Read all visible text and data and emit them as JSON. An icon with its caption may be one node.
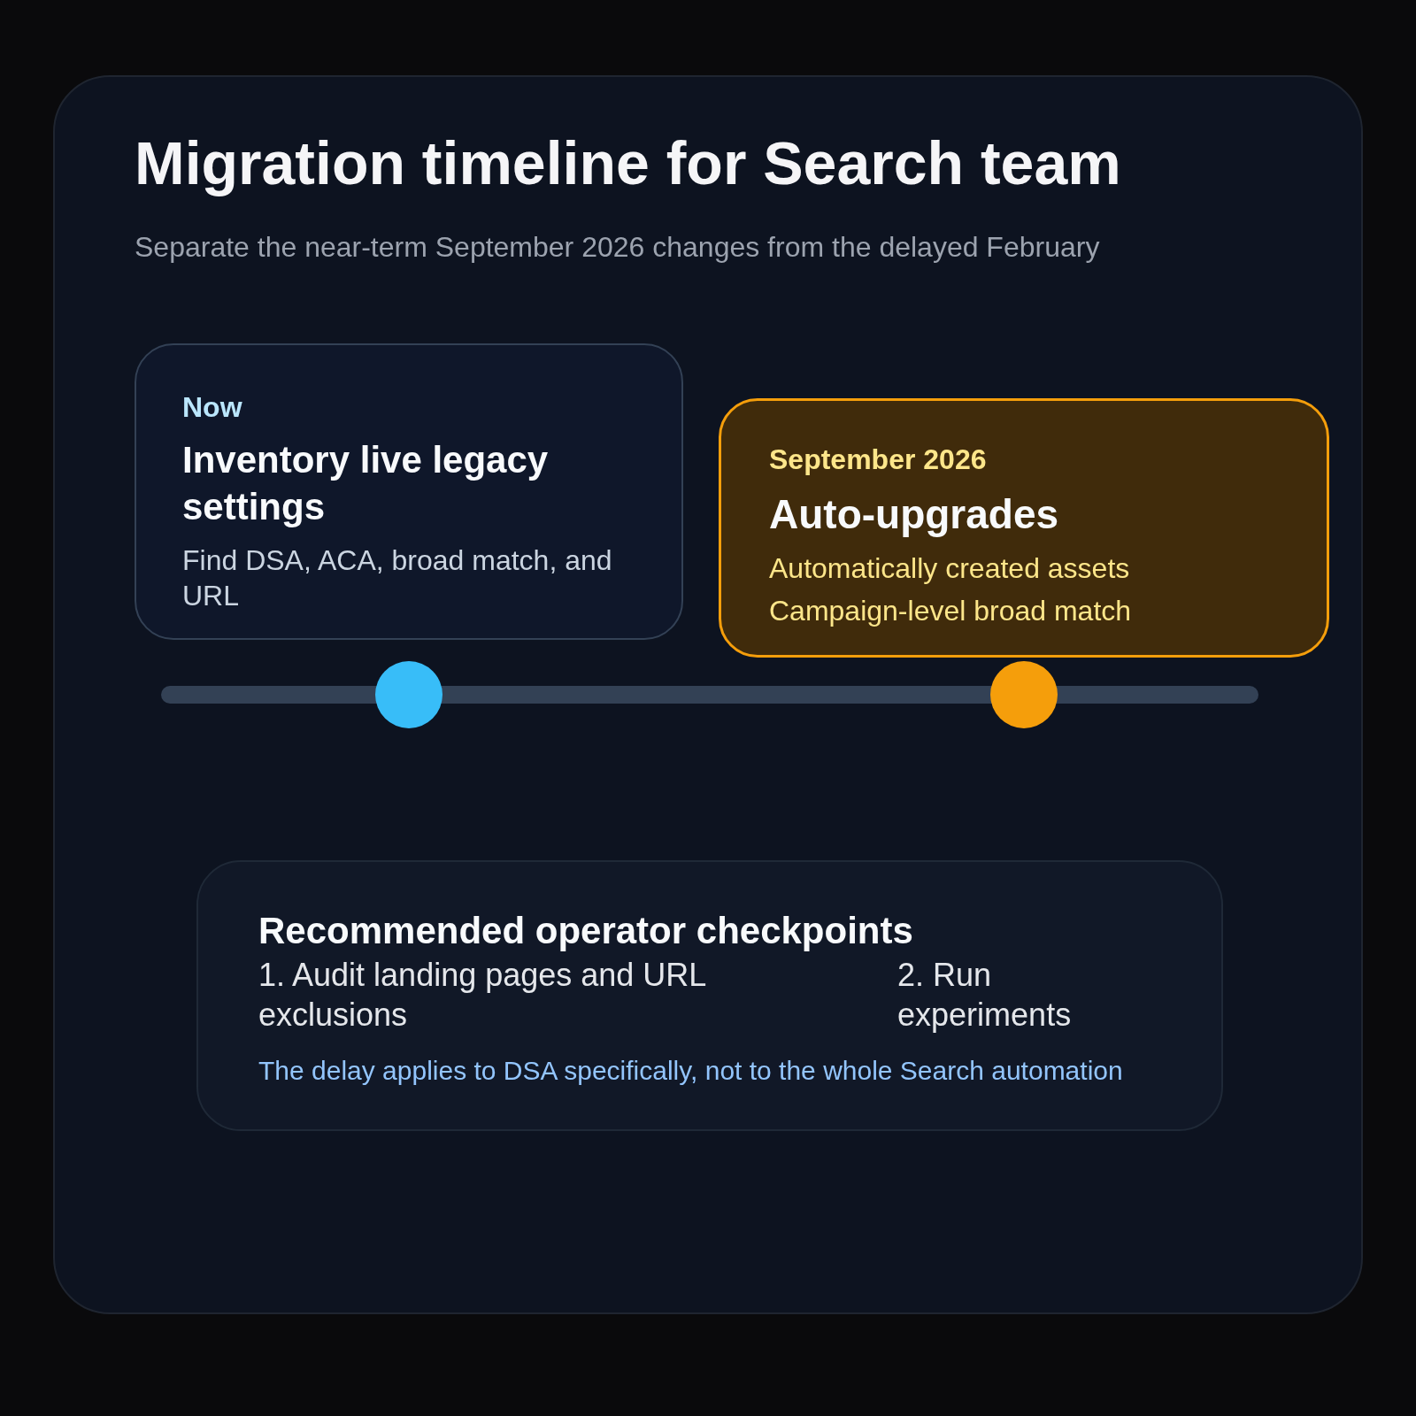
{
  "diagram": {
    "title": "Migration timeline for Search team",
    "nodes": [
      {
        "text": [
          "Now",
          "Inventory live legacy settings",
          "Find DSA, ACA, broad match, and URL"
        ]
      },
      {
        "text": [
          "September 2026",
          "Auto-upgrades",
          "Automatically created assets",
          "Campaign-level broad match"
        ]
      },
      {
        "text": [
          "Recommended operator checkpoints",
          "1. Audit landing pages and URL exclusions",
          "2. Run experiments",
          "The delay applies to DSA specifically, not to the whole Search automation"
        ]
      }
    ],
    "labels": [
      "Separate the near-term September 2026 changes from the delayed February"
    ]
  }
}
